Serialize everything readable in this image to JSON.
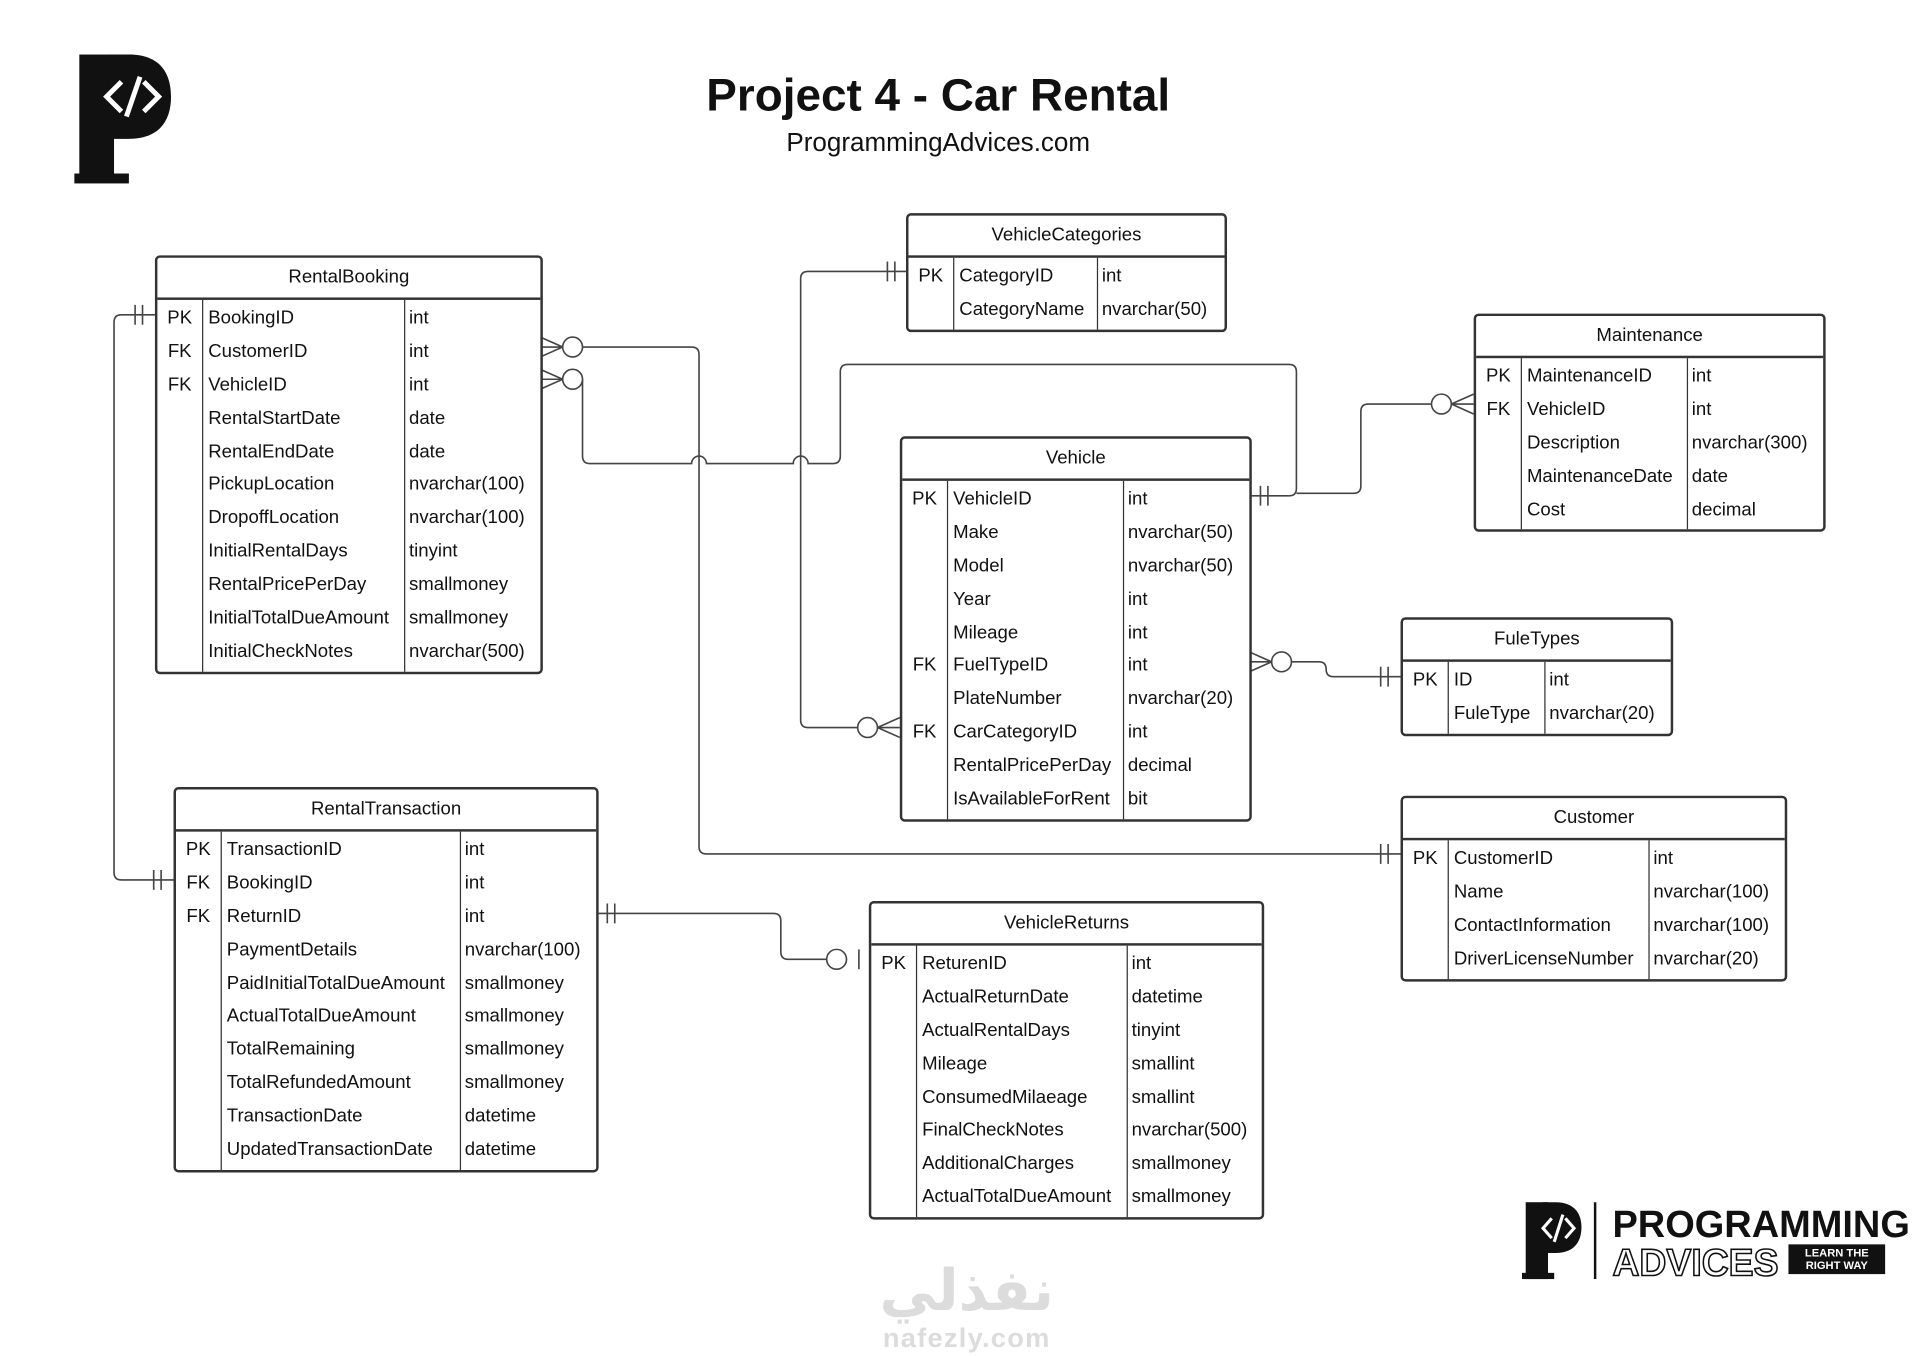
{
  "header": {
    "title": "Project 4 - Car Rental",
    "subtitle": "ProgrammingAdvices.com"
  },
  "entities": {
    "rental_booking": {
      "name": "RentalBooking",
      "rows": [
        {
          "key": "PK",
          "name": "BookingID",
          "type": "int"
        },
        {
          "key": "FK",
          "name": "CustomerID",
          "type": "int"
        },
        {
          "key": "FK",
          "name": "VehicleID",
          "type": "int"
        },
        {
          "key": "",
          "name": "RentalStartDate",
          "type": "date"
        },
        {
          "key": "",
          "name": "RentalEndDate",
          "type": "date"
        },
        {
          "key": "",
          "name": "PickupLocation",
          "type": "nvarchar(100)"
        },
        {
          "key": "",
          "name": "DropoffLocation",
          "type": "nvarchar(100)"
        },
        {
          "key": "",
          "name": "InitialRentalDays",
          "type": "tinyint"
        },
        {
          "key": "",
          "name": "RentalPricePerDay",
          "type": "smallmoney"
        },
        {
          "key": "",
          "name": "InitialTotalDueAmount",
          "type": "smallmoney"
        },
        {
          "key": "",
          "name": "InitialCheckNotes",
          "type": "nvarchar(500)"
        }
      ]
    },
    "vehicle_categories": {
      "name": "VehicleCategories",
      "rows": [
        {
          "key": "PK",
          "name": "CategoryID",
          "type": "int"
        },
        {
          "key": "",
          "name": "CategoryName",
          "type": "nvarchar(50)"
        }
      ]
    },
    "maintenance": {
      "name": "Maintenance",
      "rows": [
        {
          "key": "PK",
          "name": "MaintenanceID",
          "type": "int"
        },
        {
          "key": "FK",
          "name": "VehicleID",
          "type": "int"
        },
        {
          "key": "",
          "name": "Description",
          "type": "nvarchar(300)"
        },
        {
          "key": "",
          "name": "MaintenanceDate",
          "type": "date"
        },
        {
          "key": "",
          "name": "Cost",
          "type": "decimal"
        }
      ]
    },
    "vehicle": {
      "name": "Vehicle",
      "rows": [
        {
          "key": "PK",
          "name": "VehicleID",
          "type": "int"
        },
        {
          "key": "",
          "name": "Make",
          "type": "nvarchar(50)"
        },
        {
          "key": "",
          "name": "Model",
          "type": "nvarchar(50)"
        },
        {
          "key": "",
          "name": "Year",
          "type": "int"
        },
        {
          "key": "",
          "name": "Mileage",
          "type": "int"
        },
        {
          "key": "FK",
          "name": "FuelTypeID",
          "type": "int"
        },
        {
          "key": "",
          "name": "PlateNumber",
          "type": "nvarchar(20)"
        },
        {
          "key": "FK",
          "name": "CarCategoryID",
          "type": "int"
        },
        {
          "key": "",
          "name": "RentalPricePerDay",
          "type": "decimal"
        },
        {
          "key": "",
          "name": "IsAvailableForRent",
          "type": "bit"
        }
      ]
    },
    "fule_types": {
      "name": "FuleTypes",
      "rows": [
        {
          "key": "PK",
          "name": "ID",
          "type": "int"
        },
        {
          "key": "",
          "name": "FuleType",
          "type": "nvarchar(20)"
        }
      ]
    },
    "rental_transaction": {
      "name": "RentalTransaction",
      "rows": [
        {
          "key": "PK",
          "name": "TransactionID",
          "type": "int"
        },
        {
          "key": "FK",
          "name": "BookingID",
          "type": "int"
        },
        {
          "key": "FK",
          "name": "ReturnID",
          "type": "int"
        },
        {
          "key": "",
          "name": "PaymentDetails",
          "type": "nvarchar(100)"
        },
        {
          "key": "",
          "name": "PaidInitialTotalDueAmount",
          "type": "smallmoney"
        },
        {
          "key": "",
          "name": "ActualTotalDueAmount",
          "type": "smallmoney"
        },
        {
          "key": "",
          "name": "TotalRemaining",
          "type": "smallmoney"
        },
        {
          "key": "",
          "name": "TotalRefundedAmount",
          "type": "smallmoney"
        },
        {
          "key": "",
          "name": "TransactionDate",
          "type": "datetime"
        },
        {
          "key": "",
          "name": "UpdatedTransactionDate",
          "type": "datetime"
        }
      ]
    },
    "customer": {
      "name": "Customer",
      "rows": [
        {
          "key": "PK",
          "name": "CustomerID",
          "type": "int"
        },
        {
          "key": "",
          "name": "Name",
          "type": "nvarchar(100)"
        },
        {
          "key": "",
          "name": "ContactInformation",
          "type": "nvarchar(100)"
        },
        {
          "key": "",
          "name": "DriverLicenseNumber",
          "type": "nvarchar(20)"
        }
      ]
    },
    "vehicle_returns": {
      "name": "VehicleReturns",
      "rows": [
        {
          "key": "PK",
          "name": "ReturenID",
          "type": "int"
        },
        {
          "key": "",
          "name": "ActualReturnDate",
          "type": "datetime"
        },
        {
          "key": "",
          "name": "ActualRentalDays",
          "type": "tinyint"
        },
        {
          "key": "",
          "name": "Mileage",
          "type": "smallint"
        },
        {
          "key": "",
          "name": "ConsumedMilaeage",
          "type": "smallint"
        },
        {
          "key": "",
          "name": "FinalCheckNotes",
          "type": "nvarchar(500)"
        },
        {
          "key": "",
          "name": "AdditionalCharges",
          "type": "smallmoney"
        },
        {
          "key": "",
          "name": "ActualTotalDueAmount",
          "type": "smallmoney"
        }
      ]
    }
  },
  "brand": {
    "logo_line1": "PROGRAMMING",
    "logo_line2": "ADVICES",
    "tagline_1": "LEARN THE",
    "tagline_2": "RIGHT WAY",
    "logo_mark": "</>"
  },
  "watermark": {
    "arabic": "نفذلي",
    "domain": "nafezly.com"
  },
  "relationships": [
    {
      "from": "Customer",
      "to": "RentalBooking",
      "from_end": "one-and-only-one",
      "to_end": "zero-or-many"
    },
    {
      "from": "Vehicle",
      "to": "RentalBooking",
      "from_end": "one-and-only-one",
      "to_end": "zero-or-many"
    },
    {
      "from": "VehicleCategories",
      "to": "Vehicle",
      "from_end": "one-and-only-one",
      "to_end": "zero-or-many"
    },
    {
      "from": "Vehicle",
      "to": "Maintenance",
      "from_end": "one-and-only-one",
      "to_end": "zero-or-many"
    },
    {
      "from": "FuleTypes",
      "to": "Vehicle",
      "from_end": "one-and-only-one",
      "to_end": "zero-or-many"
    },
    {
      "from": "RentalBooking",
      "to": "RentalTransaction",
      "from_end": "one-and-only-one",
      "to_end": "one-and-only-one"
    },
    {
      "from": "RentalTransaction",
      "to": "VehicleReturns",
      "from_end": "one-and-only-one",
      "to_end": "zero-or-one"
    }
  ]
}
